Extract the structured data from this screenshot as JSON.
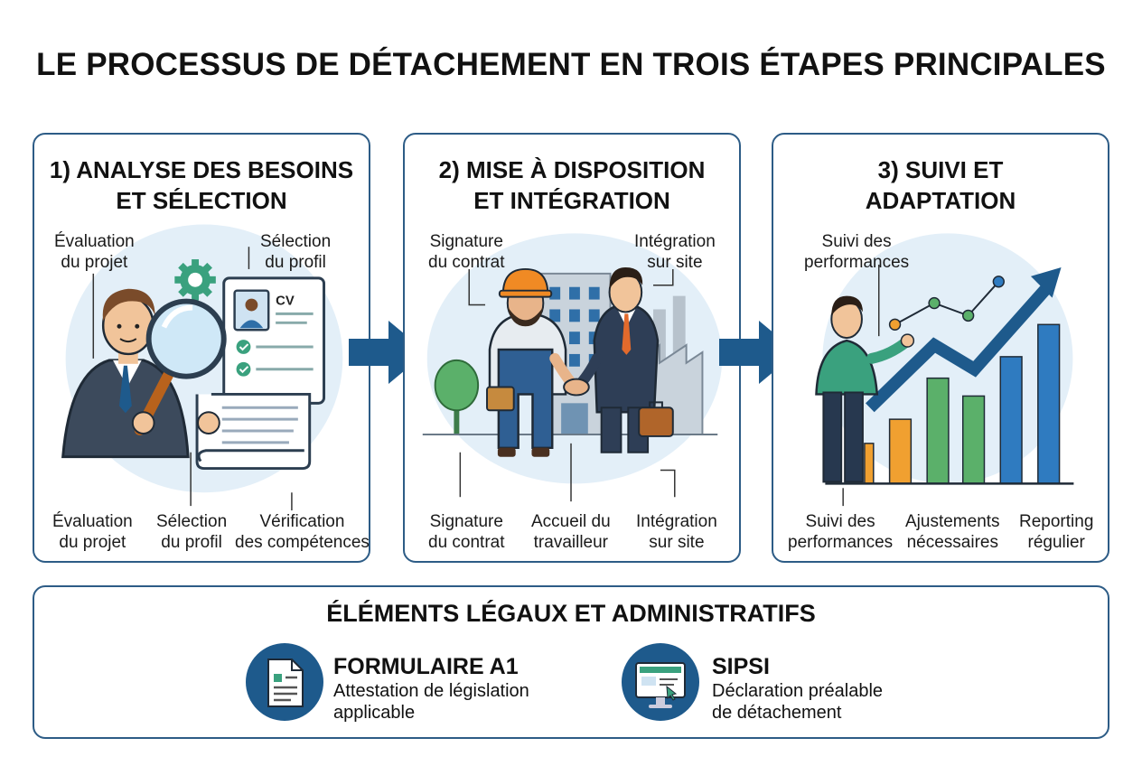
{
  "title": "LE PROCESSUS DE DÉTACHEMENT EN TROIS ÉTAPES PRINCIPALES",
  "colors": {
    "navy": "#1e5a8c",
    "border": "#2d5c86",
    "halo": "#e3eff8"
  },
  "steps": [
    {
      "title_line1": "1) ANALYSE DES BESOINS",
      "title_line2": "ET SÉLECTION",
      "cv_text": "CV",
      "top_labels": [
        {
          "line1": "Évaluation",
          "line2": "du projet"
        },
        {
          "line1": "Sélection",
          "line2": "du profil"
        }
      ],
      "bottom_labels": [
        {
          "line1": "Évaluation",
          "line2": "du projet"
        },
        {
          "line1": "Sélection",
          "line2": "du profil"
        },
        {
          "line1": "Vérification",
          "line2": "des compétences"
        }
      ]
    },
    {
      "title_line1": "2) MISE À DISPOSITION",
      "title_line2": "ET INTÉGRATION",
      "top_labels": [
        {
          "line1": "Signature",
          "line2": "du contrat"
        },
        {
          "line1": "Intégration",
          "line2": "sur site"
        }
      ],
      "bottom_labels": [
        {
          "line1": "Signature",
          "line2": "du contrat"
        },
        {
          "line1": "Accueil du",
          "line2": "travailleur"
        },
        {
          "line1": "Intégration",
          "line2": "sur site"
        }
      ]
    },
    {
      "title_line1": "3) SUIVI ET",
      "title_line2": "ADAPTATION",
      "top_labels": [
        {
          "line1": "Suivi des",
          "line2": "performances"
        }
      ],
      "bottom_labels": [
        {
          "line1": "Suivi des",
          "line2": "performances"
        },
        {
          "line1": "Ajustements",
          "line2": "nécessaires"
        },
        {
          "line1": "Reporting",
          "line2": "régulier"
        }
      ]
    }
  ],
  "legal": {
    "title": "ÉLÉMENTS LÉGAUX ET ADMINISTRATIFS",
    "items": [
      {
        "title": "FORMULAIRE A1",
        "desc_line1": "Attestation de législation",
        "desc_line2": "applicable",
        "icon": "document-icon"
      },
      {
        "title": "SIPSI",
        "desc_line1": "Déclaration préalable",
        "desc_line2": "de détachement",
        "icon": "computer-screen-icon"
      }
    ]
  }
}
